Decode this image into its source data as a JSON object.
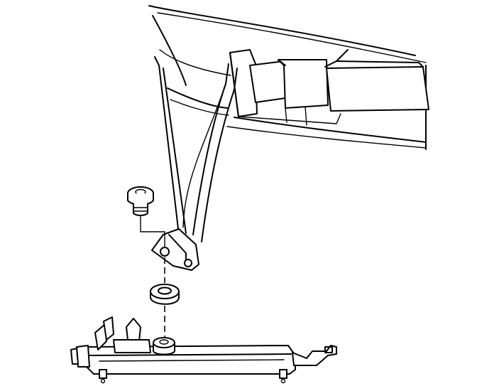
{
  "diagram": {
    "parts": [
      {
        "id": "body-panel",
        "icon": "vehicle-body-panel-icon"
      },
      {
        "id": "crossmember",
        "icon": "crossmember-rail-icon"
      },
      {
        "id": "support-brace",
        "icon": "support-brace-icon"
      },
      {
        "id": "mounting-bolt",
        "icon": "bolt-icon"
      },
      {
        "id": "bushing",
        "icon": "bushing-washer-icon"
      },
      {
        "id": "steering-gear",
        "icon": "steering-gear-assembly-icon"
      }
    ],
    "colors": {
      "line": "#000000",
      "background": "#ffffff"
    }
  }
}
